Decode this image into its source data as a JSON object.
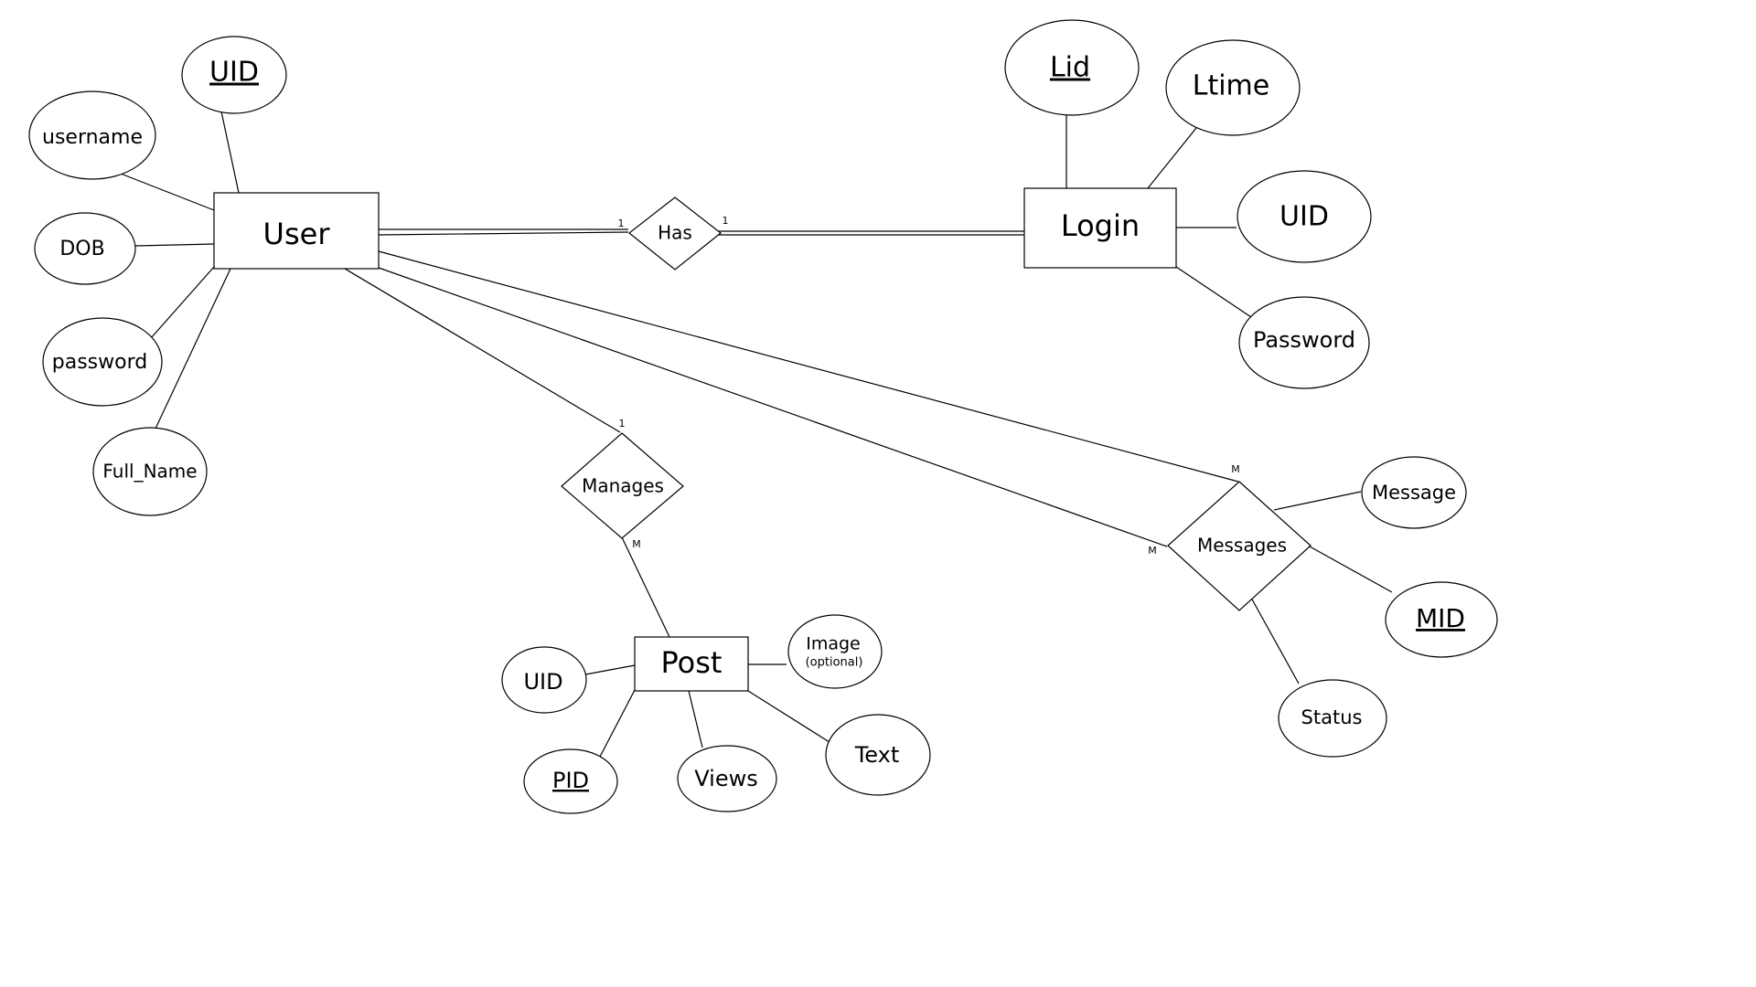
{
  "entities": {
    "user": "User",
    "login": "Login",
    "post": "Post"
  },
  "relationships": {
    "has": "Has",
    "manages": "Manages",
    "messages": "Messages"
  },
  "attributes": {
    "user_uid": "UID",
    "user_username": "username",
    "user_dob": "DOB",
    "user_password": "password",
    "user_fullname": "Full_Name",
    "login_lid": "Lid",
    "login_ltime": "Ltime",
    "login_uid": "UID",
    "login_password": "Password",
    "post_uid": "UID",
    "post_pid": "PID",
    "post_views": "Views",
    "post_text": "Text",
    "post_image": "Image",
    "post_image_note": "(optional)",
    "msg_message": "Message",
    "msg_mid": "MID",
    "msg_status": "Status"
  },
  "cardinalities": {
    "has_user": "1",
    "has_login": "1",
    "manages_user": "1",
    "manages_post": "M",
    "messages_upper": "M",
    "messages_lower": "M"
  }
}
